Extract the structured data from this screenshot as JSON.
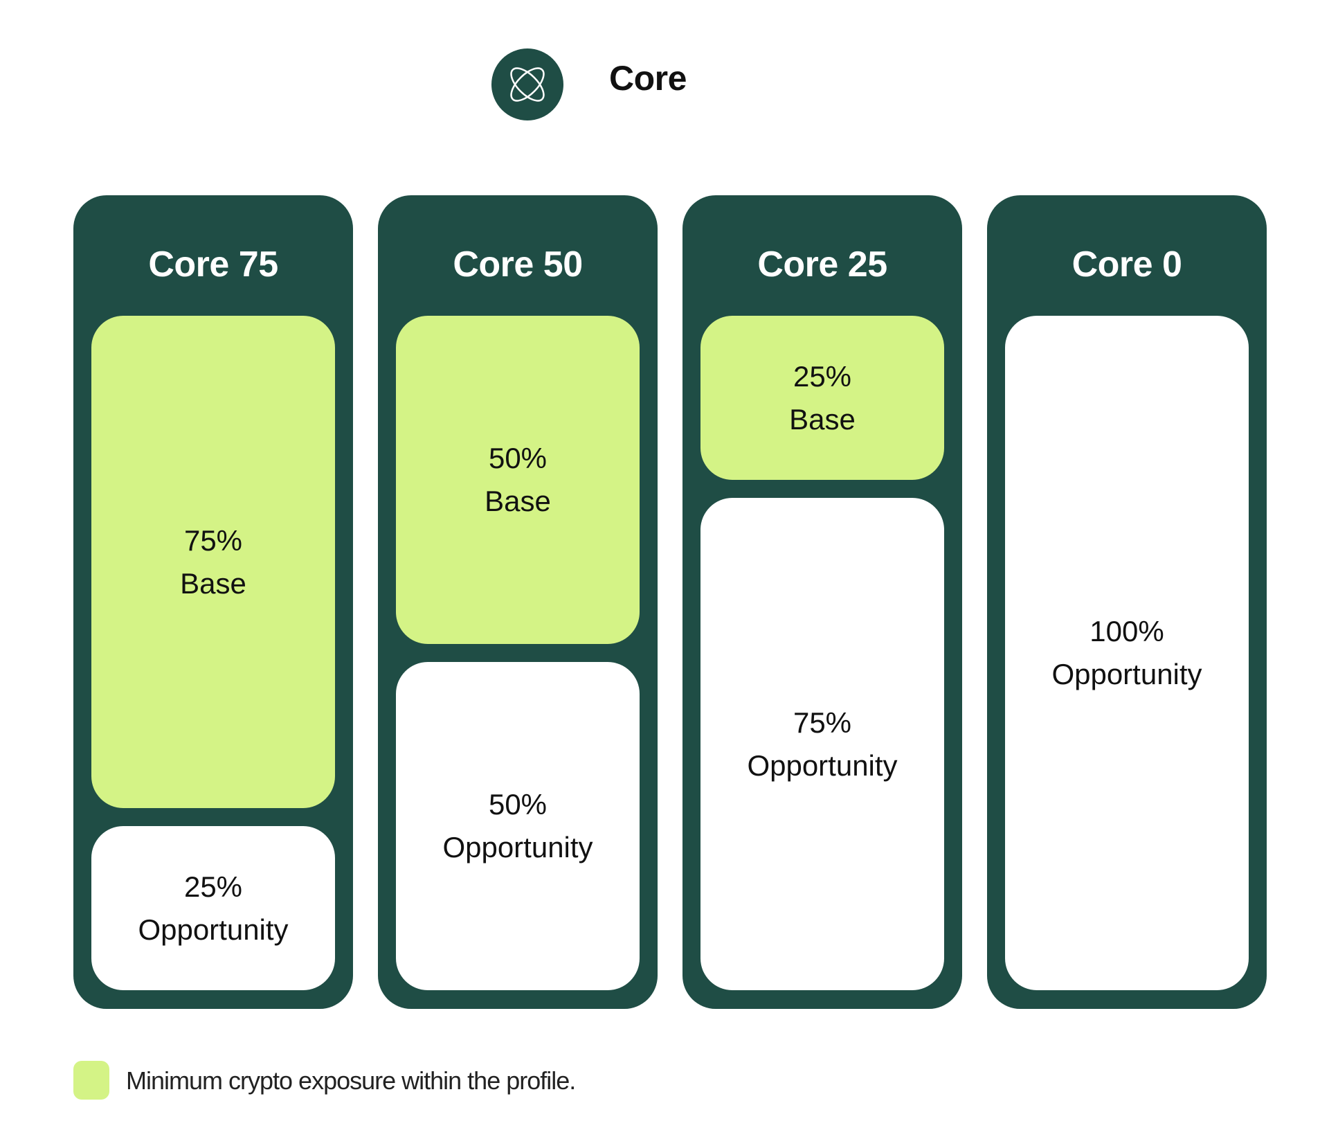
{
  "header": {
    "brand": "Core",
    "logo_icon": "orbit-icon"
  },
  "colors": {
    "dark_green": "#1f4d45",
    "light_green": "#d4f386",
    "white": "#ffffff"
  },
  "chart_data": {
    "type": "bar",
    "categories": [
      "Core 75",
      "Core 50",
      "Core 25",
      "Core 0"
    ],
    "series": [
      {
        "name": "Base",
        "values": [
          75,
          50,
          25,
          0
        ]
      },
      {
        "name": "Opportunity",
        "values": [
          25,
          50,
          75,
          100
        ]
      }
    ]
  },
  "columns": [
    {
      "title": "Core 75",
      "base": {
        "pct": "75%",
        "label": "Base"
      },
      "opportunity": {
        "pct": "25%",
        "label": "Opportunity"
      }
    },
    {
      "title": "Core 50",
      "base": {
        "pct": "50%",
        "label": "Base"
      },
      "opportunity": {
        "pct": "50%",
        "label": "Opportunity"
      }
    },
    {
      "title": "Core 25",
      "base": {
        "pct": "25%",
        "label": "Base"
      },
      "opportunity": {
        "pct": "75%",
        "label": "Opportunity"
      }
    },
    {
      "title": "Core 0",
      "opportunity": {
        "pct": "100%",
        "label": "Opportunity"
      }
    }
  ],
  "legend": {
    "text": "Minimum crypto exposure within the profile."
  }
}
